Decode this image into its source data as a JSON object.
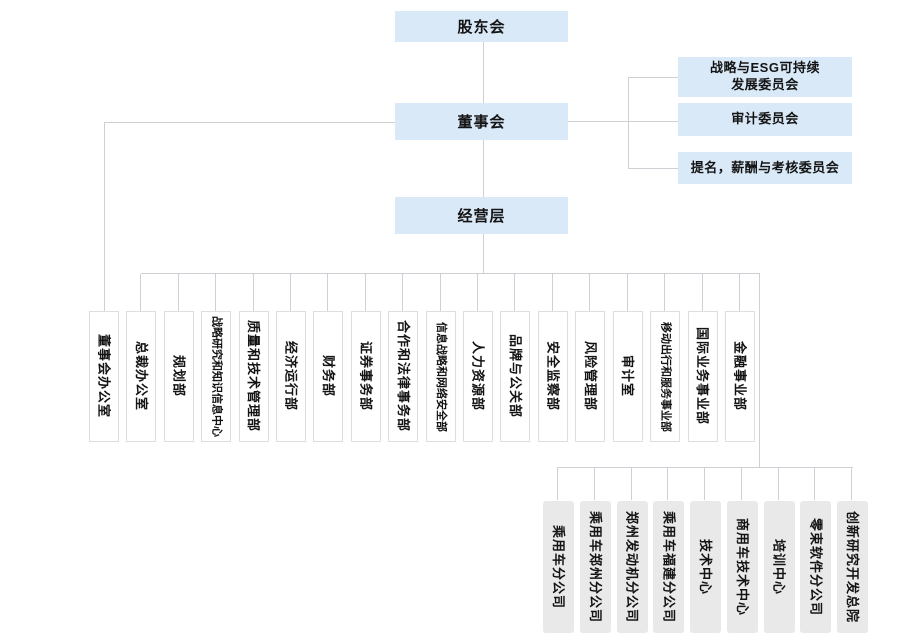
{
  "diagram_type": "org-chart",
  "nodes": {
    "shareholders": "股东会",
    "board": "董事会",
    "management": "经营层"
  },
  "committees": [
    {
      "label": "战略与ESG可持续发展委员会",
      "line1": "战略与ESG可持续",
      "line2": "发展委员会"
    },
    {
      "label": "审计委员会",
      "line1": "审计委员会",
      "line2": ""
    },
    {
      "label": "提名，薪酬与考核委员会",
      "line1": "提名，薪酬与考核委员会",
      "line2": ""
    }
  ],
  "departments": [
    "董事会办公室",
    "总裁办公室",
    "规划部",
    "战略研究和知识信息中心",
    "质量和技术管理部",
    "经济运行部",
    "财务部",
    "证券事务部",
    "合作和法律事务部",
    "信息战略和网络安全部",
    "人力资源部",
    "品牌与公关部",
    "安全监察部",
    "风险管理部",
    "审计室",
    "移动出行和服务事业部",
    "国际业务事业部",
    "金融事业部"
  ],
  "subsidiaries": [
    "乘用车分公司",
    "乘用车郑州分公司",
    "郑州发动机分公司",
    "乘用车福建分公司",
    "技术中心",
    "商用车技术中心",
    "培训中心",
    "零束软件分公司",
    "创新研究开发总院"
  ],
  "colors": {
    "level_node_fill": "#d9e9f8",
    "department_fill": "#ffffff",
    "department_border": "#dcdee1",
    "subsidiary_fill": "#e9e9ea",
    "connector_line": "#cdd1d6",
    "text": "#141414",
    "background": "#ffffff"
  }
}
